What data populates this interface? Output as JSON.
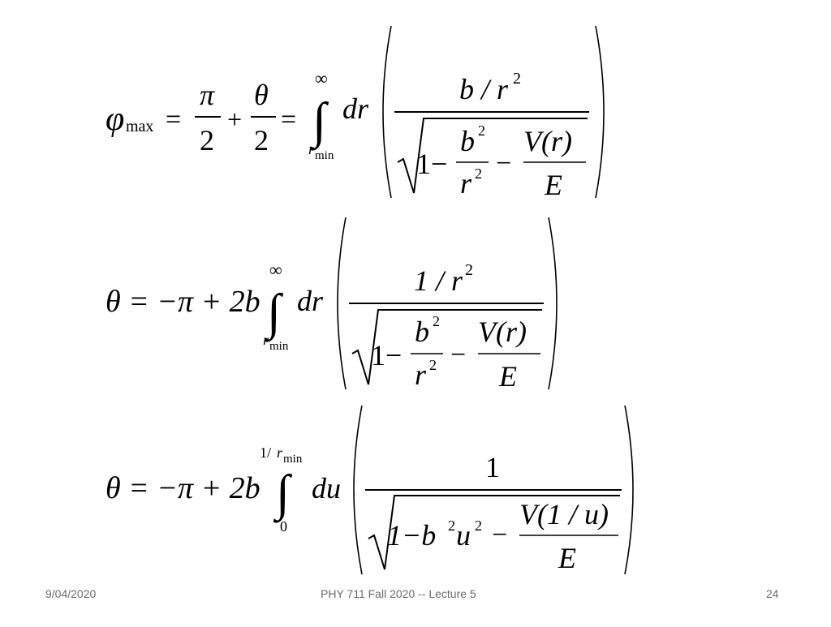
{
  "slide": {
    "equations": [
      {
        "lhs_symbol": "φ",
        "lhs_sub": "max",
        "pi": "π",
        "theta": "θ",
        "two": "2",
        "plus": "+",
        "equals": "=",
        "upper_limit": "∞",
        "lower_limit_var": "r",
        "lower_limit_sub": "min",
        "diff": "dr",
        "num": "b / r",
        "num_exp": "2",
        "one_minus": "1−",
        "b": "b",
        "b_exp": "2",
        "r": "r",
        "r_exp": "2",
        "minus": "−",
        "V": "V(r)",
        "E": "E"
      },
      {
        "lhs": "θ = −π + 2b",
        "upper_limit": "∞",
        "lower_limit_var": "r",
        "lower_limit_sub": "min",
        "diff": "dr",
        "num": "1 / r",
        "num_exp": "2",
        "one_minus": "1−",
        "b": "b",
        "b_exp": "2",
        "r": "r",
        "r_exp": "2",
        "minus": "−",
        "V": "V(r)",
        "E": "E"
      },
      {
        "lhs": "θ = −π + 2b",
        "upper_limit_pre": "1/",
        "upper_limit_var": "r",
        "upper_limit_sub": "min",
        "lower_limit": "0",
        "diff": "du",
        "num": "1",
        "rad_a": "1−b",
        "rad_a_exp": "2",
        "rad_u": "u",
        "rad_u_exp": "2",
        "minus": "−",
        "V": "V(1 / u)",
        "E": "E"
      }
    ]
  },
  "footer": {
    "date": "9/04/2020",
    "course": "PHY 711  Fall 2020 -- Lecture 5",
    "page": "24"
  }
}
